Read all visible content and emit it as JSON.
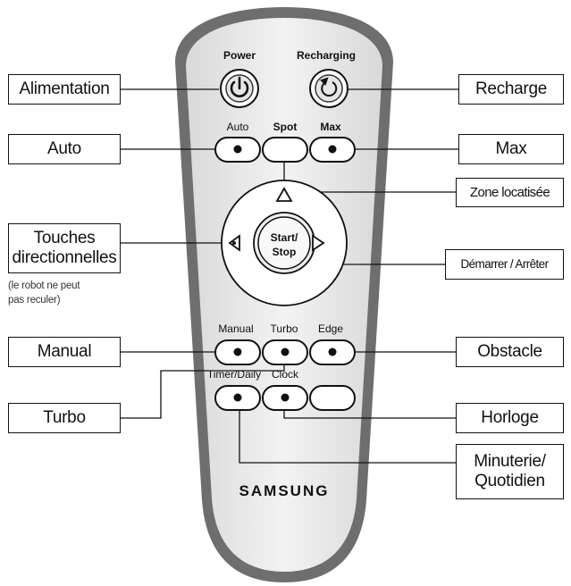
{
  "callouts": {
    "alimentation": "Alimentation",
    "auto": "Auto",
    "touches_line1": "Touches",
    "touches_line2": "directionnelles",
    "touches_note_line1": "(le robot ne peut",
    "touches_note_line2": "pas reculer)",
    "manual": "Manual",
    "turbo": "Turbo",
    "recharge": "Recharge",
    "max": "Max",
    "zone_localisee": "Zone locatisée",
    "demarrer_arreter": "Démarrer / Arrêter",
    "obstacle": "Obstacle",
    "horloge": "Horloge",
    "minuterie_line1": "Minuterie/",
    "minuterie_line2": "Quotidien"
  },
  "remote": {
    "power": "Power",
    "recharging": "Recharging",
    "auto": "Auto",
    "spot": "Spot",
    "max": "Max",
    "start_line1": "Start/",
    "start_line2": "Stop",
    "manual": "Manual",
    "turbo": "Turbo",
    "edge": "Edge",
    "timer_daily": "Timer/Daily",
    "clock": "Clock",
    "brand": "SAMSUNG"
  },
  "icons": {
    "power": "power-icon",
    "recharging": "recharging-icon",
    "dot": "dot-icon",
    "up": "triangle-up-icon",
    "left": "triangle-left-icon",
    "right": "triangle-right-icon"
  }
}
